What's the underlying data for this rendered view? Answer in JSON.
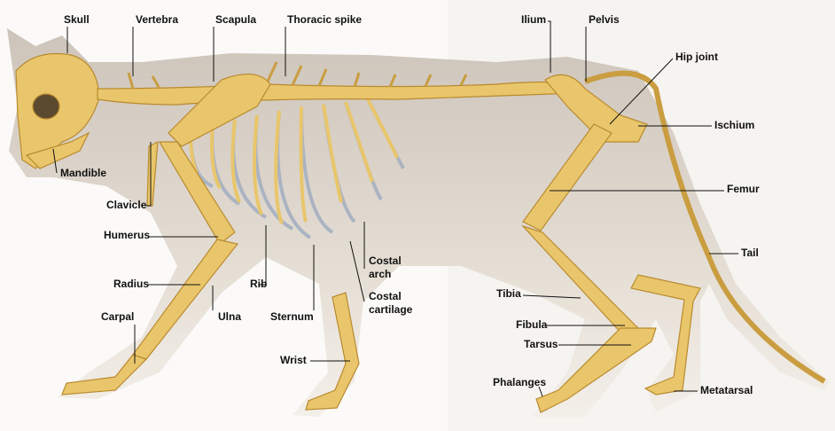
{
  "labels": {
    "skull": "Skull",
    "vertebra": "Vertebra",
    "scapula": "Scapula",
    "thoracic_spike": "Thoracic spike",
    "ilium": "Ilium",
    "pelvis": "Pelvis",
    "hip_joint": "Hip joint",
    "ischium": "Ischium",
    "mandible": "Mandible",
    "clavicle": "Clavicle",
    "femur": "Femur",
    "humerus": "Humerus",
    "tail": "Tail",
    "radius": "Radius",
    "rib": "Rib",
    "costal_arch_1": "Costal",
    "costal_arch_2": "arch",
    "costal_cartilage_1": "Costal",
    "costal_cartilage_2": "cartilage",
    "tibia": "Tibia",
    "ulna": "Ulna",
    "sternum": "Sternum",
    "carpal": "Carpal",
    "fibula": "Fibula",
    "tarsus": "Tarsus",
    "wrist": "Wrist",
    "phalanges": "Phalanges",
    "metatarsal": "Metatarsal"
  },
  "colors": {
    "bone": "#e9c66b",
    "bone_edge": "#b98a2e",
    "fur": "#d9d0c4",
    "cartilage": "#aab3c2"
  }
}
